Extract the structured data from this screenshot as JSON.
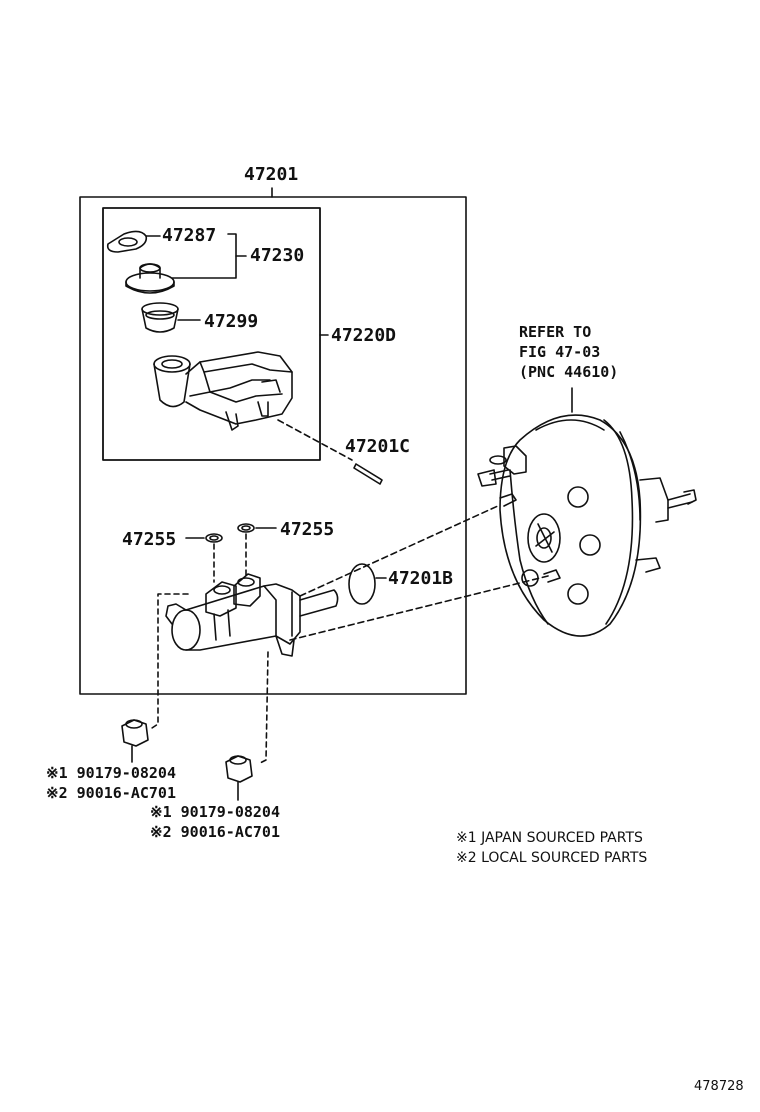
{
  "assembly_label": "47201",
  "parts": {
    "p47287": "47287",
    "p47230": "47230",
    "p47299": "47299",
    "p47220D": "47220D",
    "p47201C": "47201C",
    "p47255_left": "47255",
    "p47255_right": "47255",
    "p47201B": "47201B"
  },
  "refer": {
    "line1": "REFER TO",
    "line2": "FIG 47-03",
    "line3": "(PNC 44610)"
  },
  "fasteners_left": {
    "line1": "※1 90179-08204",
    "line2": "※2 90016-AC701"
  },
  "fasteners_right": {
    "line1": "※1 90179-08204",
    "line2": "※2 90016-AC701"
  },
  "legend": {
    "item1": "※1  JAPAN SOURCED PARTS",
    "item2": "※2  LOCAL SOURCED PARTS"
  },
  "diagram_id": "478728",
  "colors": {
    "ink": "#111111",
    "paper": "#ffffff"
  }
}
